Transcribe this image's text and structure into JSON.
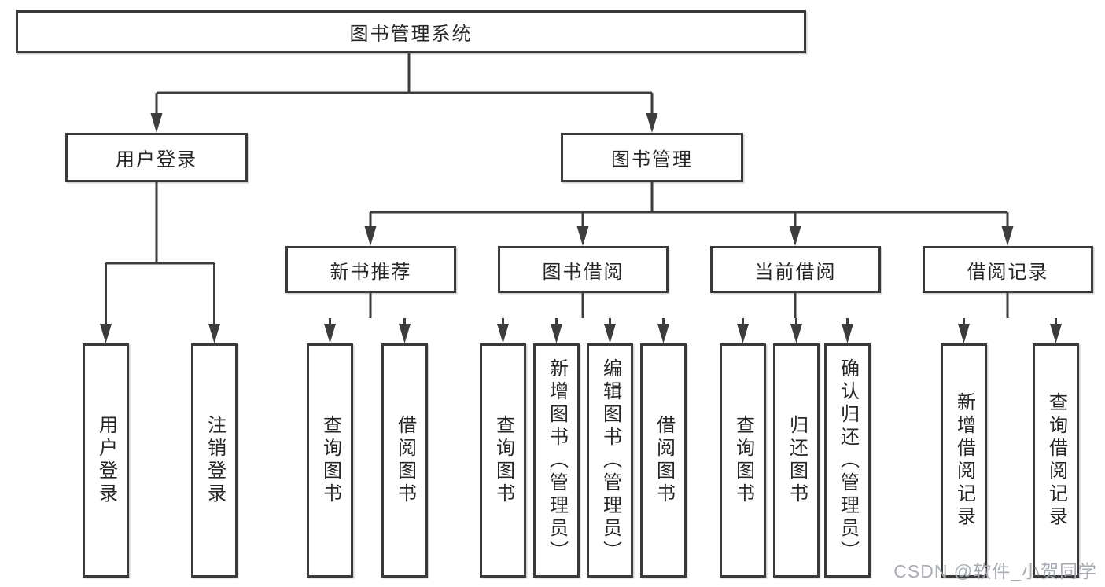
{
  "tree": {
    "label": "图书管理系统",
    "children": [
      {
        "label": "用户登录",
        "children": [
          {
            "label": "用户登录"
          },
          {
            "label": "注销登录"
          }
        ]
      },
      {
        "label": "图书管理",
        "children": [
          {
            "label": "新书推荐",
            "children": [
              {
                "label": "查询图书"
              },
              {
                "label": "借阅图书"
              }
            ]
          },
          {
            "label": "图书借阅",
            "children": [
              {
                "label": "查询图书"
              },
              {
                "label": "新增图书（管理员）"
              },
              {
                "label": "编辑图书（管理员）"
              },
              {
                "label": "借阅图书"
              }
            ]
          },
          {
            "label": "当前借阅",
            "children": [
              {
                "label": "查询图书"
              },
              {
                "label": "归还图书"
              },
              {
                "label": "确认归还（管理员）"
              }
            ]
          },
          {
            "label": "借阅记录",
            "children": [
              {
                "label": "新增借阅记录"
              },
              {
                "label": "查询借阅记录"
              }
            ]
          }
        ]
      }
    ]
  },
  "watermark": "CSDN @软件_小贺同学",
  "colors": {
    "line": "#3d3d3d",
    "box_border": "#3a3a3a",
    "text": "#262626",
    "watermark": "#a7acb3",
    "background": "#ffffff"
  }
}
